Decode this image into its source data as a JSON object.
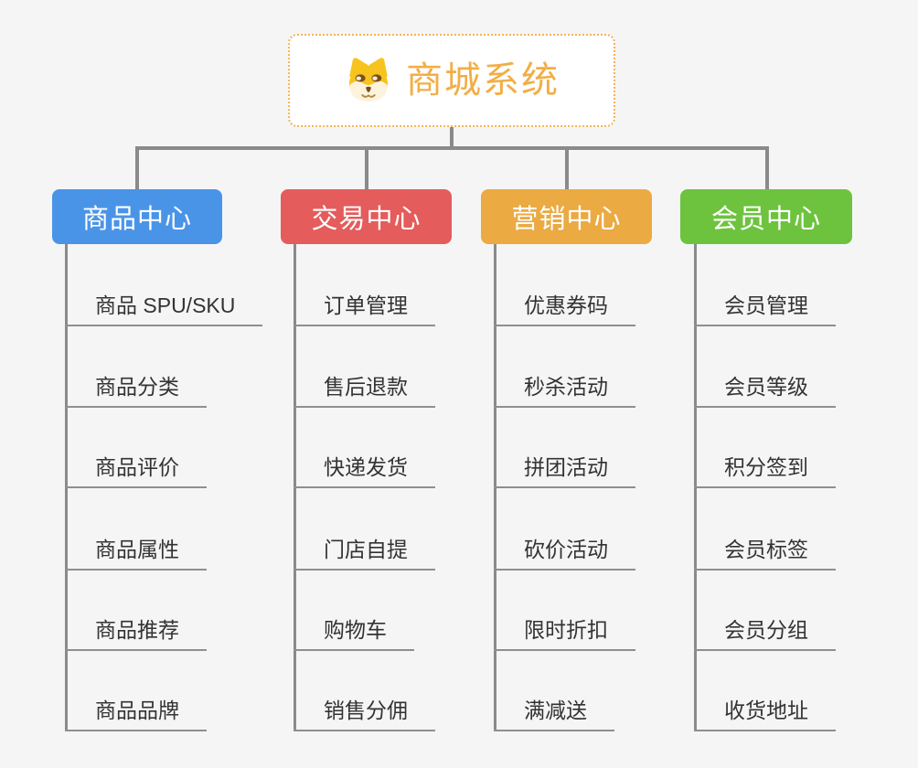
{
  "app": {
    "background_color": "#f5f5f6"
  },
  "root": {
    "title": "商城系统",
    "icon": "dog-face-icon",
    "title_color": "#f2ae45",
    "border_color": "#f3b257"
  },
  "connector_color": "#8a8a8a",
  "branches": [
    {
      "label": "商品中心",
      "color": "#4a94e8",
      "children": [
        "商品 SPU/SKU",
        "商品分类",
        "商品评价",
        "商品属性",
        "商品推荐",
        "商品品牌"
      ]
    },
    {
      "label": "交易中心",
      "color": "#e45c5c",
      "children": [
        "订单管理",
        "售后退款",
        "快递发货",
        "门店自提",
        "购物车",
        "销售分佣"
      ]
    },
    {
      "label": "营销中心",
      "color": "#ebaa42",
      "children": [
        "优惠券码",
        "秒杀活动",
        "拼团活动",
        "砍价活动",
        "限时折扣",
        "满减送"
      ]
    },
    {
      "label": "会员中心",
      "color": "#6dc33e",
      "children": [
        "会员管理",
        "会员等级",
        "积分签到",
        "会员标签",
        "会员分组",
        "收货地址"
      ]
    }
  ]
}
